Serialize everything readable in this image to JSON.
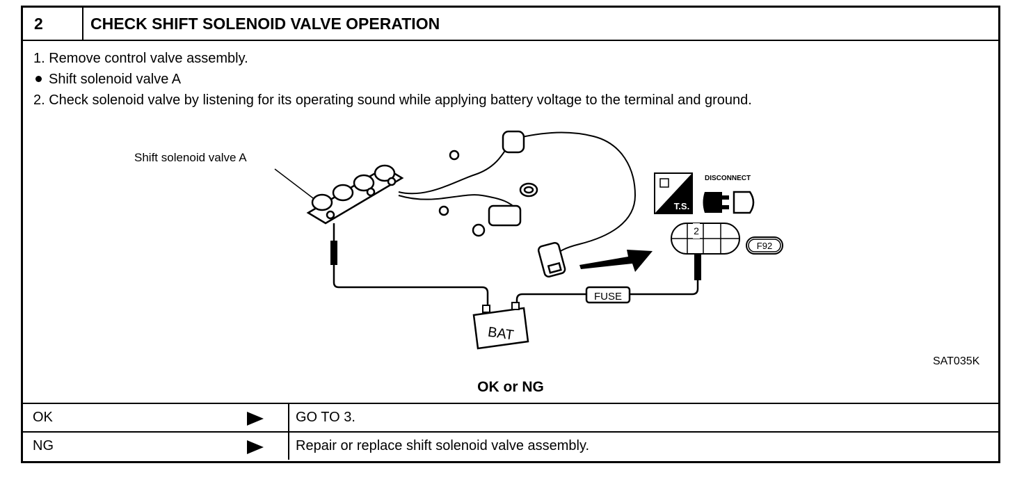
{
  "header": {
    "step_number": "2",
    "title": "CHECK SHIFT SOLENOID VALVE OPERATION"
  },
  "instructions": [
    "1.  Remove control valve assembly.",
    "Shift solenoid valve A",
    "2.  Check solenoid valve by listening for its operating sound while applying battery voltage to the terminal and ground."
  ],
  "diagram": {
    "component_label": "Shift solenoid valve A",
    "fuse_label": "FUSE",
    "battery_label": "BAT",
    "ts_label": "T.S.",
    "disconnect_label": "DISCONNECT",
    "terminal_number": "2",
    "connector_code": "F92",
    "figure_code": "SAT035K"
  },
  "result_prompt": "OK or NG",
  "results": [
    {
      "status": "OK",
      "action": "GO TO 3."
    },
    {
      "status": "NG",
      "action": "Repair or replace shift solenoid valve assembly."
    }
  ]
}
